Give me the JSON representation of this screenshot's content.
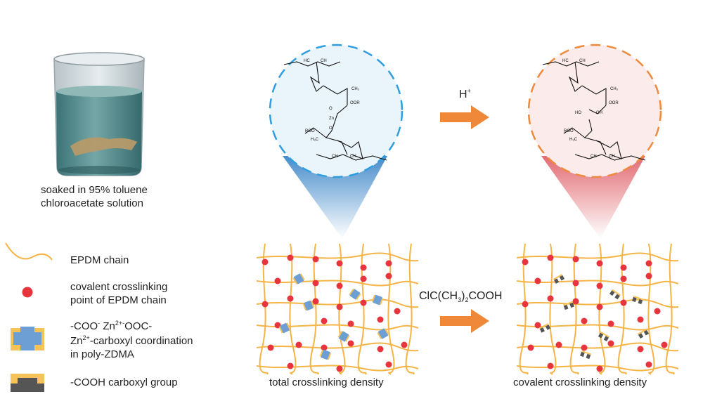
{
  "beaker": {
    "caption_line1": "soaked in 95% toluene",
    "caption_line2": "chloroacetate solution"
  },
  "legend": {
    "epdm_chain": "EPDM chain",
    "covalent_line1": "covalent crosslinking",
    "covalent_line2": "point of EPDM chain",
    "coord_line1_a": "-COO",
    "coord_line1_sup1": "-",
    "coord_line1_b": " Zn",
    "coord_line1_sup2": "2+",
    "coord_line1_sup3": "-",
    "coord_line1_c": "OOC-",
    "coord_line2_a": "Zn",
    "coord_line2_sup": "2+",
    "coord_line2_b": "-carboxyl coordination",
    "coord_line3": "in poly-ZDMA",
    "carboxyl": "-COOH carboxyl group"
  },
  "reaction": {
    "proton_label": "H",
    "proton_sup": "+",
    "reagent_a": "ClC(CH",
    "reagent_sub": "3",
    "reagent_b": ")",
    "reagent_sub2": "2",
    "reagent_c": "COOH"
  },
  "networks": {
    "left_caption": "total crosslinking density",
    "right_caption": "covalent crosslinking density"
  },
  "molecule": {
    "ch3": "CH₃",
    "oor": "OOR",
    "roo": "ROO",
    "h3c": "H₃C",
    "ho": "HO",
    "oh": "OH",
    "hc": "HC",
    "ch": "CH",
    "o": "O",
    "zn": "Zn"
  },
  "colors": {
    "chain": "#f5b445",
    "crosslink": "#e8343c",
    "zn_complex": "#6e9fd4",
    "carboxyl": "#555555",
    "arrow": "#f0883a",
    "blue_dash": "#2f9ee0",
    "orange_dash": "#ef8a3c"
  }
}
